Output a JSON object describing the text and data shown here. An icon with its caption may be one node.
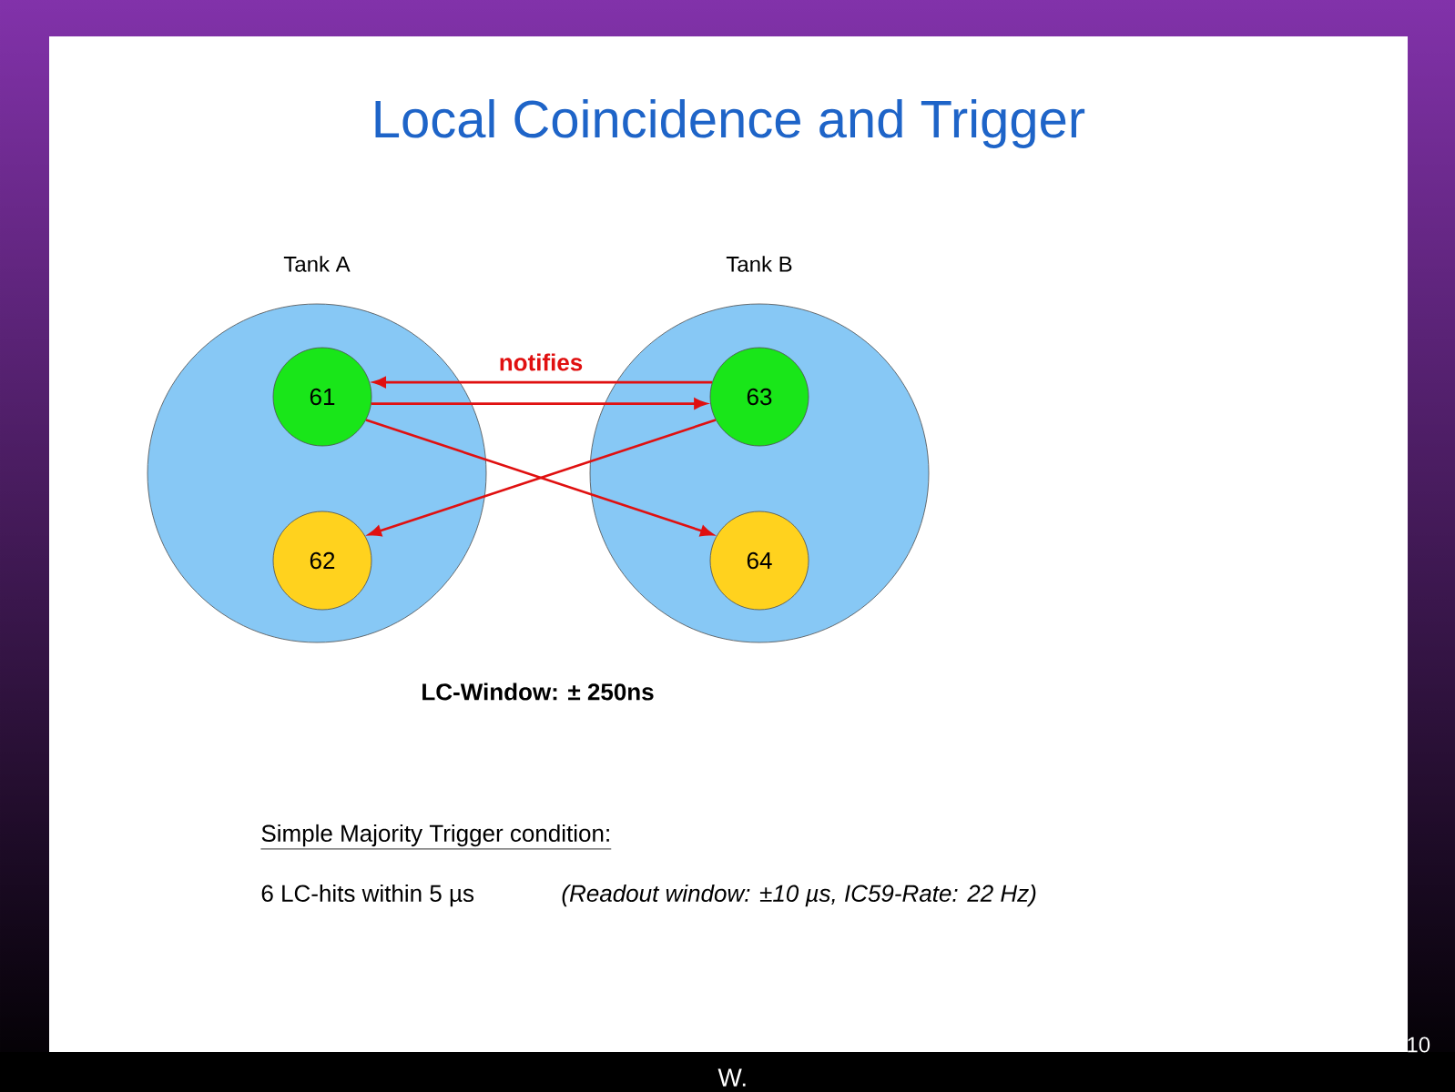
{
  "diagram": {
    "title": "Local Coincidence and Trigger",
    "nodes": [
      {
        "text": [
          "Tank A"
        ]
      },
      {
        "text": [
          "Tank B"
        ]
      },
      {
        "text": [
          "61"
        ],
        "in": 0
      },
      {
        "text": [
          "62"
        ],
        "in": 0
      },
      {
        "text": [
          "63"
        ],
        "in": 1
      },
      {
        "text": [
          "64"
        ],
        "in": 1
      }
    ],
    "edges": [
      {
        "from": 4,
        "to": 2,
        "arrow": "to",
        "label": "notifies"
      },
      {
        "from": 2,
        "to": 4,
        "arrow": "to"
      },
      {
        "from": 2,
        "to": 5,
        "arrow": "to"
      },
      {
        "from": 4,
        "to": 3,
        "arrow": "to"
      }
    ],
    "labels": [
      "LC-Window: ± 250ns",
      "Simple Majority Trigger condition:",
      "6 LC-hits within 5 µs",
      "(Readout window: ±10 µs, IC59-Rate: 22 Hz)",
      "10",
      "W."
    ]
  }
}
